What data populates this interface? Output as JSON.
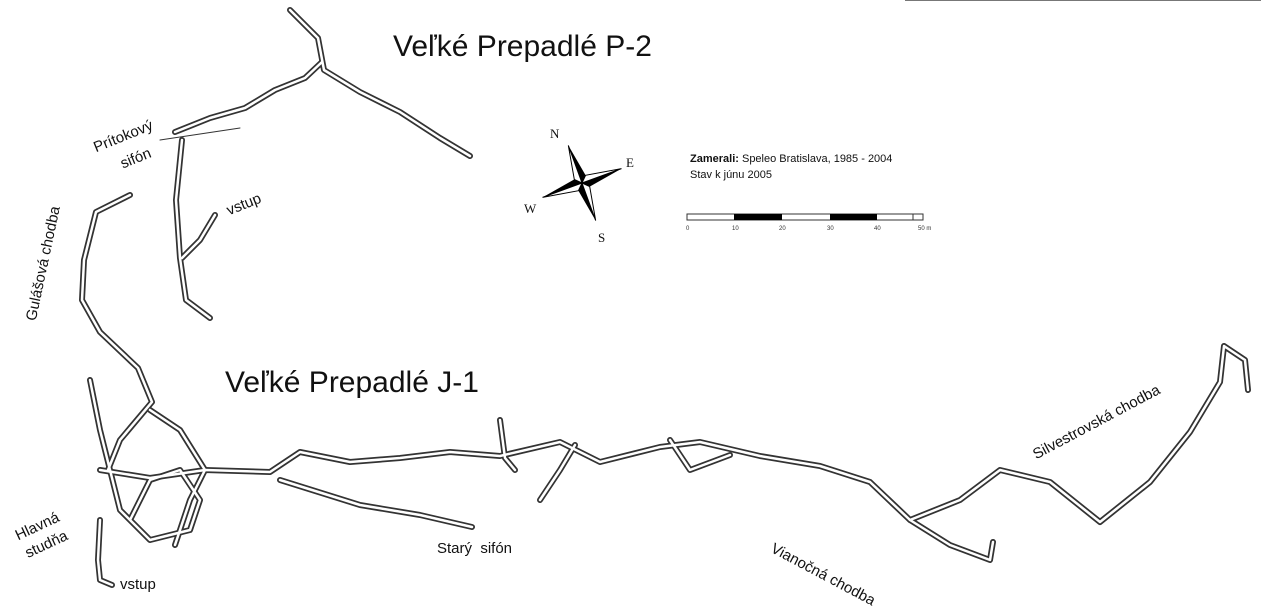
{
  "titles": {
    "p2": "Veľké Prepadlé P-2",
    "j1": "Veľké Prepadlé J-1"
  },
  "labels": {
    "pritokovy": "Prítokový",
    "sifon": "sifón",
    "vstup_top": "vstup",
    "gulasova": "Gulášová chodba",
    "hlavna": "Hlavná",
    "studna": "studňa",
    "vstup_bottom": "vstup",
    "stary_sifon": "Starý  sifón",
    "vianocna": "Vianočná chodba",
    "silvestrovska": "Silvestrovská chodba"
  },
  "credits": {
    "label": "Zamerali:",
    "text": " Speleo Bratislava, 1985 - 2004",
    "status": "Stav k júnu 2005"
  },
  "scale_bar": {
    "ticks": [
      "0",
      "10",
      "20",
      "30",
      "40",
      "50 m"
    ]
  },
  "compass": {
    "n": "N",
    "e": "E",
    "s": "S",
    "w": "W"
  }
}
